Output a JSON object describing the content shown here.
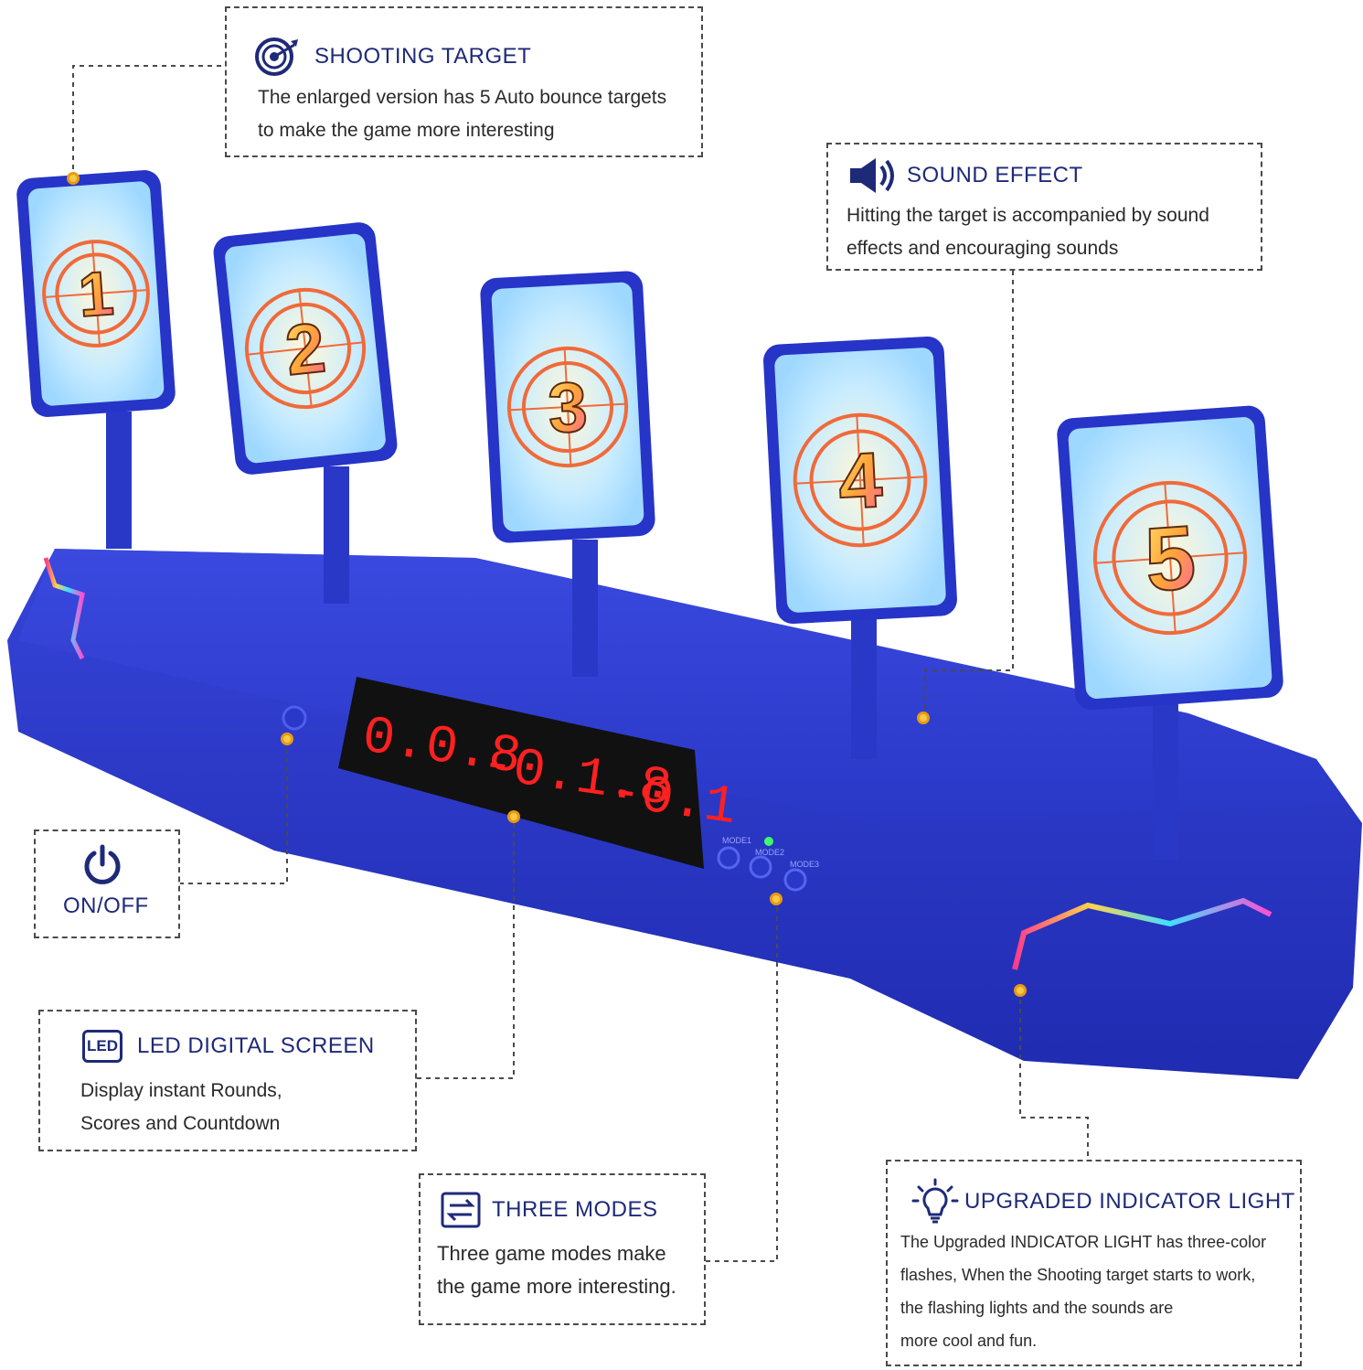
{
  "callouts": {
    "shooting_target": {
      "title": "SHOOTING TARGET",
      "lines": [
        "The enlarged version has 5 Auto bounce targets",
        "to make the game more interesting"
      ]
    },
    "sound_effect": {
      "title": "SOUND EFFECT",
      "lines": [
        "Hitting the target is accompanied by sound",
        "effects and encouraging sounds"
      ]
    },
    "on_off": {
      "title": "ON/OFF"
    },
    "led_screen": {
      "title": "LED  DIGITAL SCREEN",
      "icon_label": "LED",
      "lines": [
        "Display instant Rounds,",
        "Scores and Countdown"
      ]
    },
    "three_modes": {
      "title": "THREE MODES",
      "lines": [
        "Three game modes make",
        "the game more interesting."
      ]
    },
    "indicator_light": {
      "title": "UPGRADED INDICATOR LIGHT",
      "lines": [
        "The Upgraded  INDICATOR LIGHT has three-color",
        "flashes, When the Shooting target starts to work,",
        "the flashing lights and the sounds are",
        "more cool and fun."
      ]
    }
  },
  "targets": [
    "1",
    "2",
    "3",
    "4",
    "5"
  ],
  "display": {
    "group1": "0.0.8",
    "group2": "-0.1.8",
    "group3": "-0.1"
  },
  "mode_buttons": [
    "MODE1",
    "MODE2",
    "MODE3"
  ],
  "icons": {
    "target": "target-dart-icon",
    "speaker": "speaker-icon",
    "power": "power-icon",
    "led": "led-badge-icon",
    "modes": "switch-arrows-icon",
    "bulb": "light-bulb-icon"
  },
  "colors": {
    "base_blue": "#2634c8",
    "accent_navy": "#1e2a78",
    "marker_yellow": "#f7c948",
    "led_red": "#ff2020"
  }
}
